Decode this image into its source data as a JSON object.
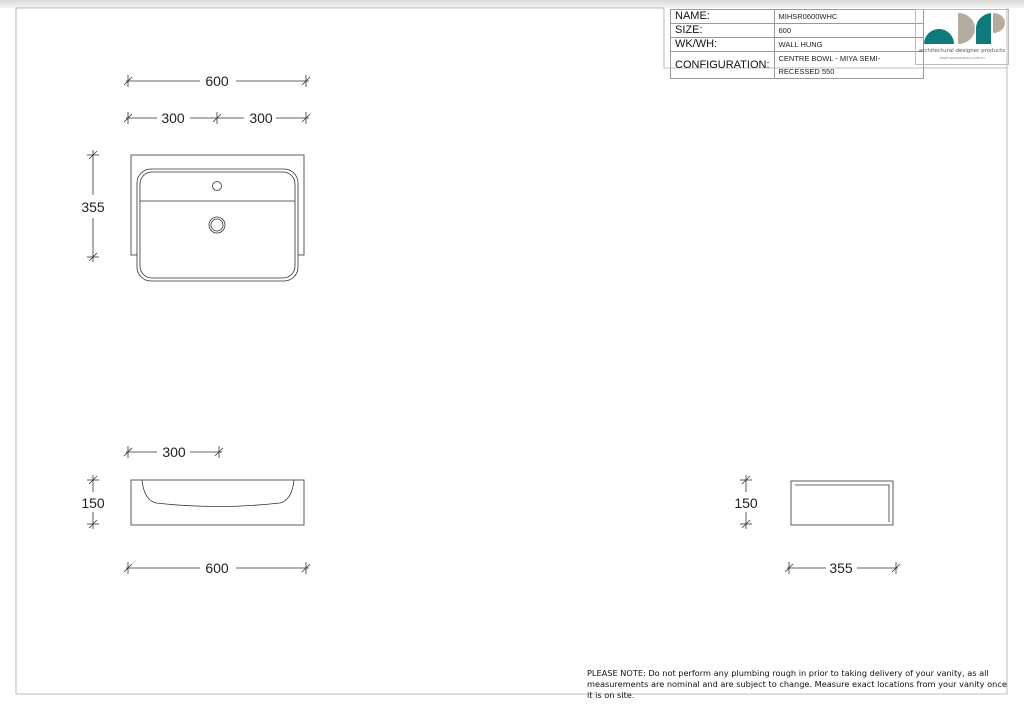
{
  "title_block": {
    "rows": [
      {
        "label": "NAME:",
        "value": "MIHSR0600WHC"
      },
      {
        "label": "SIZE:",
        "value": "600"
      },
      {
        "label": "WK/WH:",
        "value": "WALL HUNG"
      },
      {
        "label": "CONFIGURATION:",
        "value": "CENTRE BOWL - MIYA SEMI-RECESSED 550"
      }
    ]
  },
  "logo": {
    "tagline": "architectural designer products",
    "url": "WWW.ADPAUSTRALIA.COM.AU",
    "colors": {
      "teal": "#0f7a7a",
      "taupe": "#b5aca0"
    }
  },
  "plan_view": {
    "overall_width": "600",
    "half_left": "300",
    "half_right": "300",
    "depth": "355"
  },
  "front_view": {
    "centre": "300",
    "height": "150",
    "width": "600"
  },
  "side_view": {
    "height": "150",
    "depth": "355"
  },
  "note": "PLEASE NOTE: Do not perform any plumbing rough in prior to taking delivery of your vanity, as all measurements are nominal and are subject to change. Measure exact locations from your vanity once it is on site."
}
